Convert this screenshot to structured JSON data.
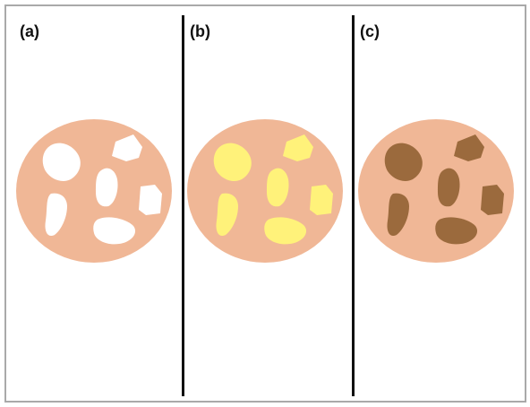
{
  "panels": [
    {
      "id": "a",
      "label": "(a)",
      "fill": "#ffffff"
    },
    {
      "id": "b",
      "label": "(b)",
      "fill": "#fff27a"
    },
    {
      "id": "c",
      "label": "(c)",
      "fill": "#9b6a3d"
    }
  ],
  "colors": {
    "disc": "#f0b796",
    "frame": "#a9a9a9",
    "divider": "#111111",
    "particle_a": "#ffffff",
    "particle_b": "#fff27a",
    "particle_c": "#9b6a3d"
  }
}
